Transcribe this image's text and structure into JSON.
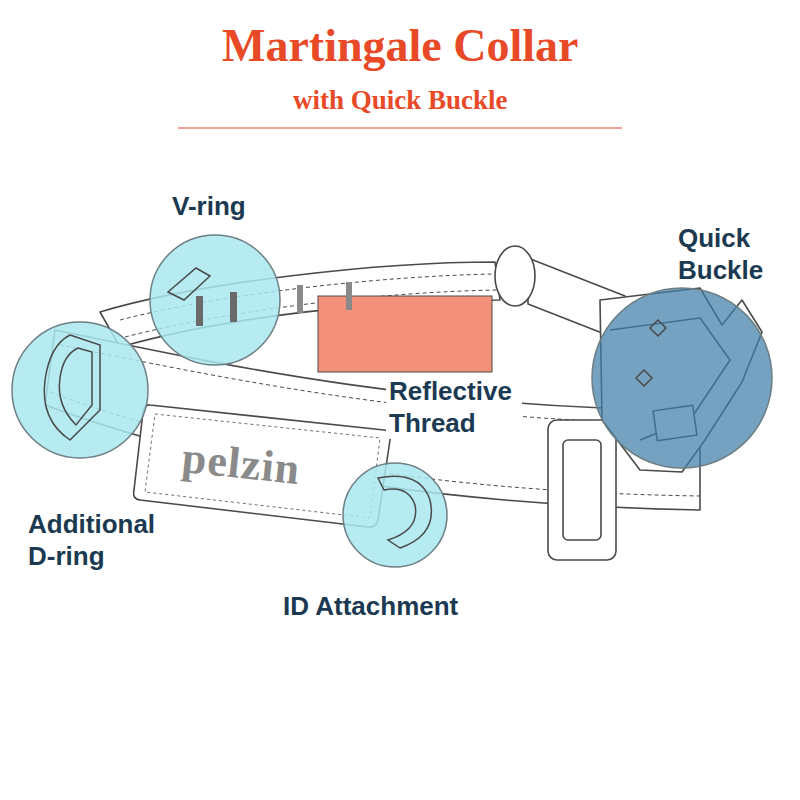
{
  "diagram": {
    "title": "Martingale Collar",
    "labels": [
      "with Quick Buckle",
      "V-ring",
      "Quick Buckle",
      "Reflective Thread",
      "Additional D-ring",
      "ID Attachment",
      "pelzin"
    ]
  }
}
